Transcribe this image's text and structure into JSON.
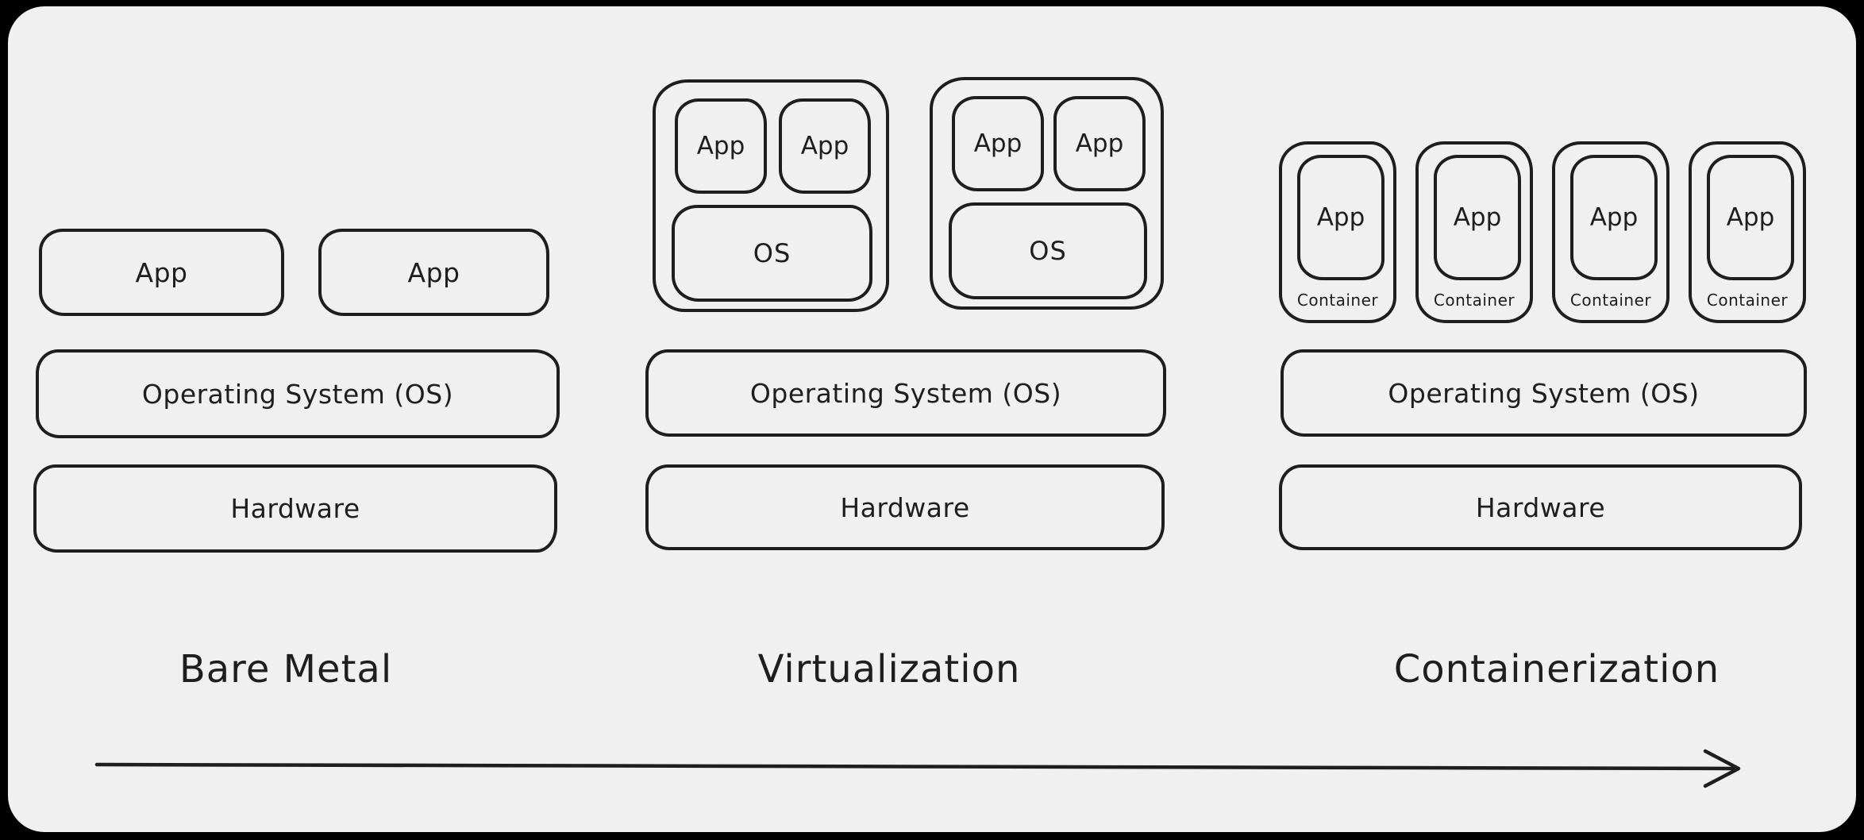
{
  "colors": {
    "outer_background": "#000000",
    "panel_background": "#f0f0f0",
    "stroke": "#1e1e1e",
    "text": "#1e1e1e"
  },
  "columns": [
    {
      "label": "Bare Metal",
      "apps": [
        "App",
        "App"
      ],
      "os": "Operating System (OS)",
      "hardware": "Hardware"
    },
    {
      "label": "Virtualization",
      "vms": [
        {
          "apps": [
            "App",
            "App"
          ],
          "os": "OS"
        },
        {
          "apps": [
            "App",
            "App"
          ],
          "os": "OS"
        }
      ],
      "os": "Operating System (OS)",
      "hardware": "Hardware"
    },
    {
      "label": "Containerization",
      "containers": [
        {
          "app": "App",
          "caption": "Container"
        },
        {
          "app": "App",
          "caption": "Container"
        },
        {
          "app": "App",
          "caption": "Container"
        },
        {
          "app": "App",
          "caption": "Container"
        }
      ],
      "os": "Operating System (OS)",
      "hardware": "Hardware"
    }
  ],
  "arrow": {
    "direction": "right"
  }
}
